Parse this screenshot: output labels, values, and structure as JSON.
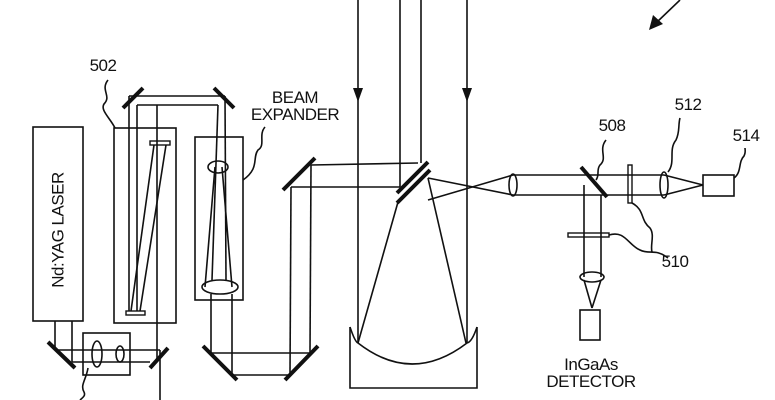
{
  "labels": {
    "laser": "Nd:YAG LASER",
    "ref_502": "502",
    "beam_expander_line1": "BEAM",
    "beam_expander_line2": "EXPANDER",
    "ref_508": "508",
    "ref_510": "510",
    "ref_512": "512",
    "ref_514": "514",
    "detector_line1": "InGaAs",
    "detector_line2": "DETECTOR"
  }
}
